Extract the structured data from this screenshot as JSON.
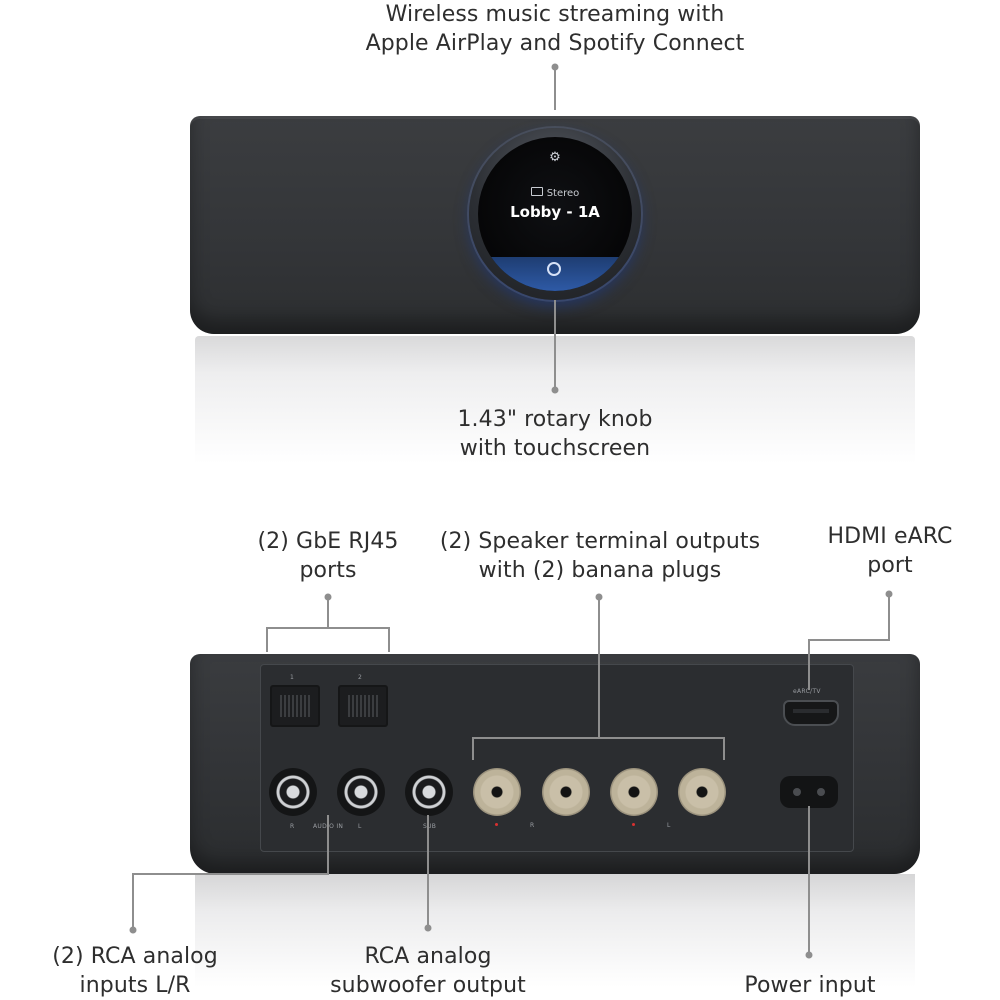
{
  "callouts": {
    "wireless": {
      "line1": "Wireless music streaming with",
      "line2": "Apple AirPlay and Spotify Connect"
    },
    "knob": {
      "line1": "1.43\" rotary knob",
      "line2": "with touchscreen"
    },
    "gbe": {
      "line1": "(2) GbE RJ45",
      "line2": "ports"
    },
    "speaker": {
      "line1": "(2) Speaker terminal outputs",
      "line2": "with (2) banana plugs"
    },
    "hdmi": {
      "line1": "HDMI eARC",
      "line2": "port"
    },
    "rca_inputs": {
      "line1": "(2) RCA analog",
      "line2": "inputs L/R"
    },
    "rca_sub": {
      "line1": "RCA analog",
      "line2": "subwoofer output"
    },
    "power": {
      "line1": "Power input"
    }
  },
  "knob_screen": {
    "source_tag": "Stereo",
    "zone_name": "Lobby - 1A",
    "top_icon": "gear-icon",
    "bottom_icon": "airplay-icon"
  },
  "rear_panel": {
    "rj45_labels": [
      "1",
      "2"
    ],
    "rca_labels": {
      "r": "R",
      "audio_in": "AUDIO IN",
      "l": "L",
      "sub": "SUB"
    },
    "speaker_labels": {
      "r": "R",
      "l": "L"
    },
    "hdmi_label": "eARC/TV"
  },
  "colors": {
    "device_body": "#333538",
    "leader_line": "#8e8e8e",
    "knob_accent": "#2e5aa6",
    "binding_post": "#c9bfa8"
  }
}
